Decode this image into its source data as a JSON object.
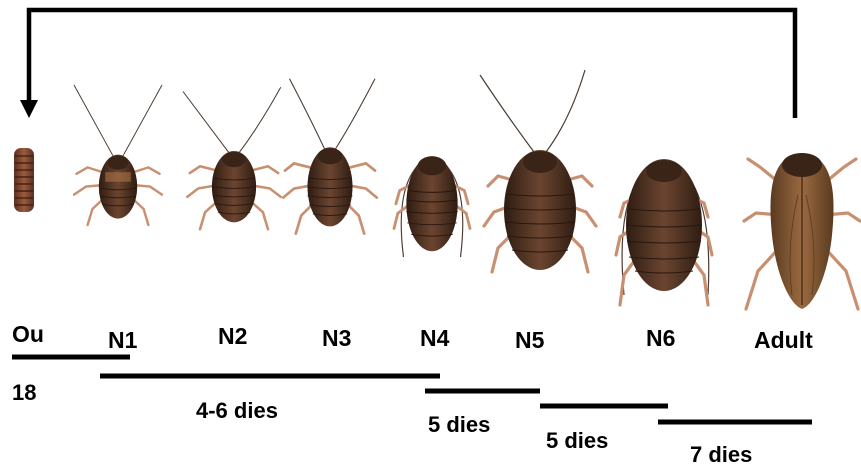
{
  "stages": [
    {
      "id": "ou",
      "label": "Ou",
      "name": "egg"
    },
    {
      "id": "n1",
      "label": "N1",
      "name": "nymph"
    },
    {
      "id": "n2",
      "label": "N2",
      "name": "nymph"
    },
    {
      "id": "n3",
      "label": "N3",
      "name": "nymph"
    },
    {
      "id": "n4",
      "label": "N4",
      "name": "nymph"
    },
    {
      "id": "n5",
      "label": "N5",
      "name": "nymph"
    },
    {
      "id": "n6",
      "label": "N6",
      "name": "nymph"
    },
    {
      "id": "adult",
      "label": "Adult",
      "name": "adult"
    }
  ],
  "durations": [
    {
      "id": "egg",
      "label": "18"
    },
    {
      "id": "n1-n4",
      "label": "4-6 dies"
    },
    {
      "id": "n4-n5",
      "label": "5 dies"
    },
    {
      "id": "n5-n6",
      "label": "5 dies"
    },
    {
      "id": "n6-adult",
      "label": "7 dies"
    }
  ],
  "colors": {
    "line": "#000000",
    "body_dark": "#3a2418",
    "body_mid": "#5a3828",
    "body_light": "#8a5a3a",
    "leg": "#c89070",
    "antenna": "#4a3a30"
  }
}
